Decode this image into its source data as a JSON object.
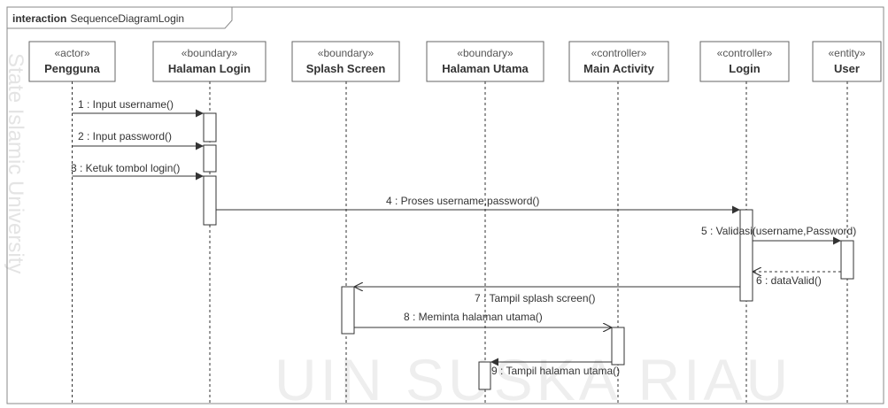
{
  "frame": {
    "keyword": "interaction",
    "name": "SequenceDiagramLogin"
  },
  "watermark": {
    "side_text": "State Islamic University",
    "bottom_text": "UIN SUSKA RIAU"
  },
  "lifelines": [
    {
      "id": "pengguna",
      "stereotype": "«actor»",
      "name": "Pengguna"
    },
    {
      "id": "halaman_login",
      "stereotype": "«boundary»",
      "name": "Halaman Login"
    },
    {
      "id": "splash_screen",
      "stereotype": "«boundary»",
      "name": "Splash Screen"
    },
    {
      "id": "halaman_utama",
      "stereotype": "«boundary»",
      "name": "Halaman Utama"
    },
    {
      "id": "main_activity",
      "stereotype": "«controller»",
      "name": "Main Activity"
    },
    {
      "id": "login",
      "stereotype": "«controller»",
      "name": "Login"
    },
    {
      "id": "user",
      "stereotype": "«entity»",
      "name": "User"
    }
  ],
  "messages": [
    {
      "label": "1 : Input username()",
      "from": "pengguna",
      "to": "halaman_login",
      "kind": "sync"
    },
    {
      "label": "2 : Input password()",
      "from": "pengguna",
      "to": "halaman_login",
      "kind": "sync"
    },
    {
      "label": "3 : Ketuk tombol login()",
      "from": "pengguna",
      "to": "halaman_login",
      "kind": "sync"
    },
    {
      "label": "4 : Proses username,password()",
      "from": "halaman_login",
      "to": "login",
      "kind": "sync"
    },
    {
      "label": "5 : Validasi(username,Password)",
      "from": "login",
      "to": "user",
      "kind": "sync"
    },
    {
      "label": "6 : dataValid()",
      "from": "user",
      "to": "login",
      "kind": "return"
    },
    {
      "label": "7 : Tampil splash screen()",
      "from": "login",
      "to": "splash_screen",
      "kind": "async"
    },
    {
      "label": "8 : Meminta halaman utama()",
      "from": "splash_screen",
      "to": "main_activity",
      "kind": "async"
    },
    {
      "label": "9 : Tampil halaman utama()",
      "from": "main_activity",
      "to": "halaman_utama",
      "kind": "sync"
    }
  ],
  "colors": {
    "line": "#333333",
    "border": "#666666",
    "box_fill": "#ffffff",
    "text": "#333333",
    "stereotype_text": "#555555"
  }
}
